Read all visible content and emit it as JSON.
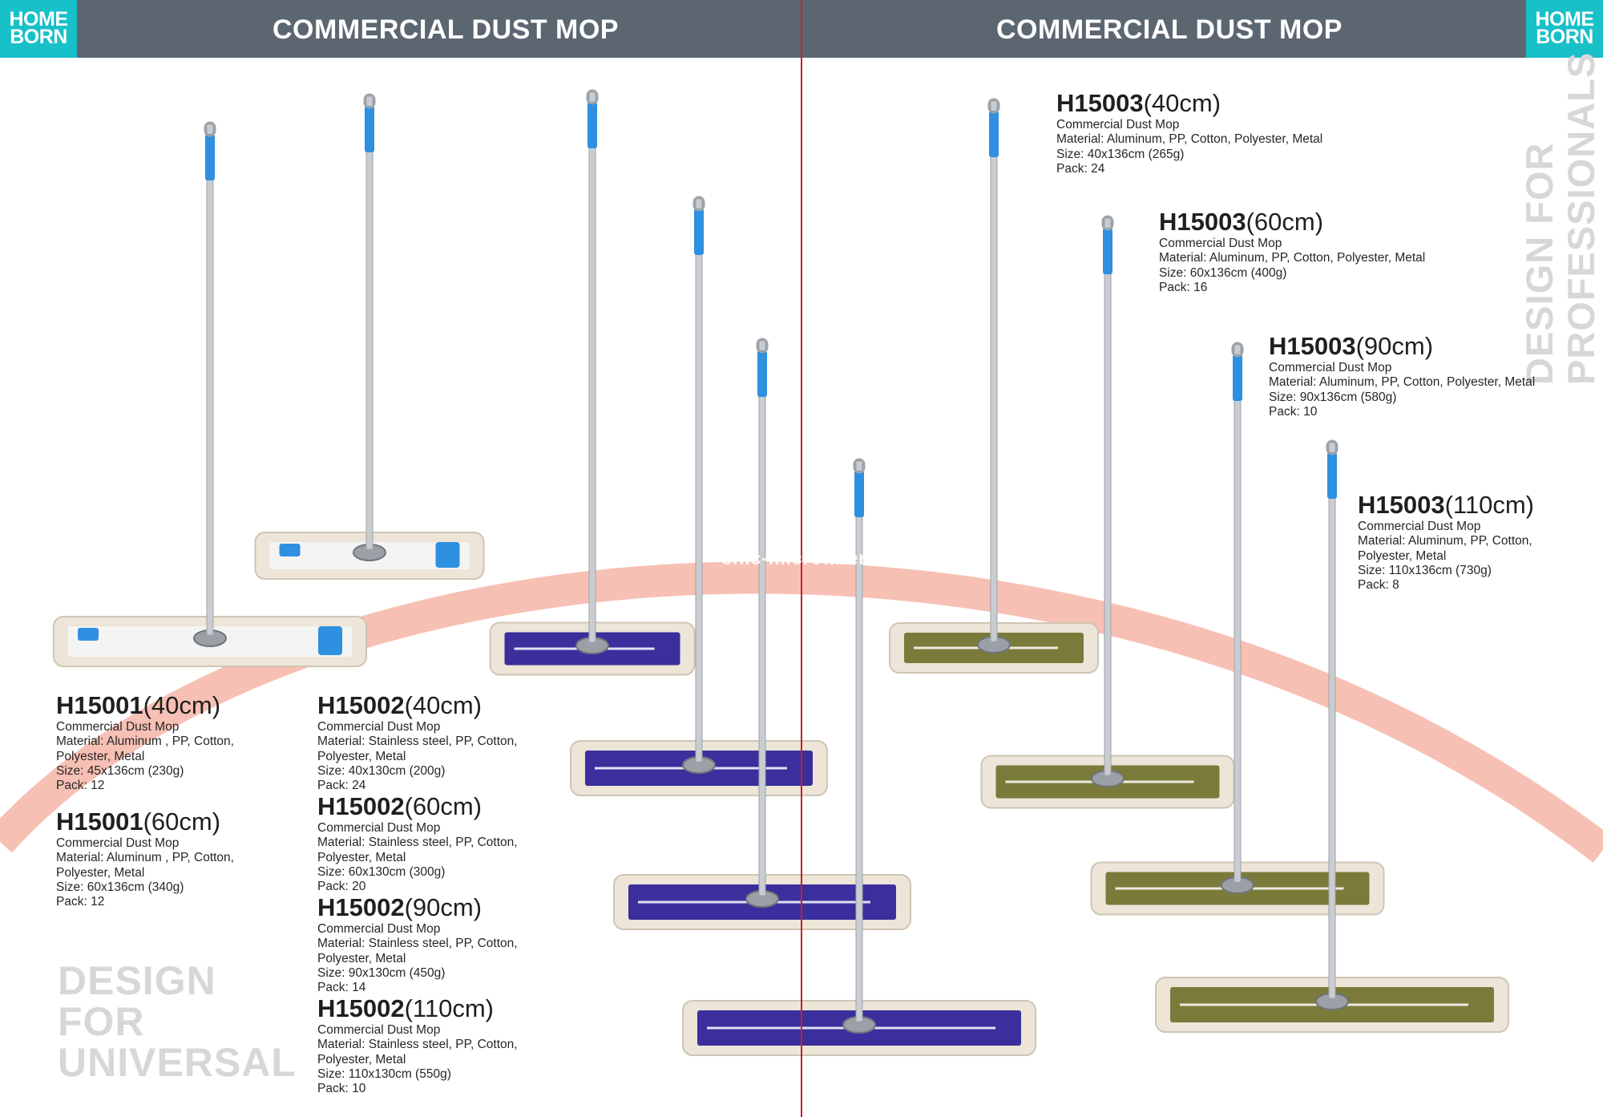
{
  "logo": {
    "line1": "HOME",
    "line2": "BORN"
  },
  "header": {
    "left_title": "COMMERCIAL DUST MOP",
    "right_title": "COMMERCIAL DUST MOP"
  },
  "slogans": {
    "left": [
      "DESIGN",
      "FOR",
      "UNIVERSAL"
    ],
    "right": [
      "DESIGN FOR",
      "PROFESSIONALS"
    ]
  },
  "watermark": "cnic-microfiber",
  "colors": {
    "header": "#5c6671",
    "logo_bg": "#18c0c8",
    "divider": "#c81e2a",
    "arc": "#f7c0b4",
    "handle_grip": "#2f8fe0",
    "pad_blue": "#3a2f9c",
    "pad_olive": "#7a7a3a"
  },
  "products": [
    {
      "id": "h15001_40",
      "code": "H15001",
      "size": "(40cm)",
      "lines": [
        "Commercial Dust Mop",
        "Material: Aluminum , PP, Cotton,",
        "Polyester, Metal",
        "Size: 45x136cm (230g)",
        "Pack: 12"
      ]
    },
    {
      "id": "h15001_60",
      "code": "H15001",
      "size": "(60cm)",
      "lines": [
        "Commercial Dust Mop",
        "Material: Aluminum , PP, Cotton,",
        "Polyester, Metal",
        "Size: 60x136cm (340g)",
        "Pack: 12"
      ]
    },
    {
      "id": "h15002_40",
      "code": "H15002",
      "size": "(40cm)",
      "lines": [
        "Commercial Dust Mop",
        "Material:  Stainless steel, PP, Cotton,",
        "Polyester, Metal",
        "Size: 40x130cm (200g)",
        "Pack: 24"
      ]
    },
    {
      "id": "h15002_60",
      "code": "H15002",
      "size": "(60cm)",
      "lines": [
        "Commercial Dust Mop",
        "Material:  Stainless steel, PP, Cotton,",
        "Polyester, Metal",
        "Size: 60x130cm (300g)",
        "Pack: 20"
      ]
    },
    {
      "id": "h15002_90",
      "code": "H15002",
      "size": "(90cm)",
      "lines": [
        "Commercial Dust Mop",
        "Material:  Stainless steel, PP, Cotton,",
        "Polyester, Metal",
        "Size: 90x130cm (450g)",
        "Pack: 14"
      ]
    },
    {
      "id": "h15002_110",
      "code": "H15002",
      "size": "(110cm)",
      "lines": [
        "Commercial Dust Mop",
        "Material:  Stainless steel, PP, Cotton,",
        "Polyester, Metal",
        "Size: 110x130cm (550g)",
        "Pack: 10"
      ]
    },
    {
      "id": "h15003_40",
      "code": "H15003",
      "size": "(40cm)",
      "lines": [
        "Commercial Dust Mop",
        "Material:  Aluminum, PP, Cotton, Polyester, Metal",
        "Size: 40x136cm (265g)",
        "Pack: 24"
      ]
    },
    {
      "id": "h15003_60",
      "code": "H15003",
      "size": "(60cm)",
      "lines": [
        "Commercial Dust Mop",
        "Material:  Aluminum, PP, Cotton, Polyester, Metal",
        "Size: 60x136cm (400g)",
        "Pack: 16"
      ]
    },
    {
      "id": "h15003_90",
      "code": "H15003",
      "size": "(90cm)",
      "lines": [
        "Commercial Dust Mop",
        "Material:  Aluminum, PP, Cotton, Polyester, Metal",
        "Size: 90x136cm (580g)",
        "Pack: 10"
      ]
    },
    {
      "id": "h15003_110",
      "code": "H15003",
      "size": "(110cm)",
      "lines": [
        "Commercial Dust Mop",
        "Material:  Aluminum, PP, Cotton,",
        "Polyester, Metal",
        "Size: 110x136cm (730g)",
        "Pack: 8"
      ]
    }
  ]
}
